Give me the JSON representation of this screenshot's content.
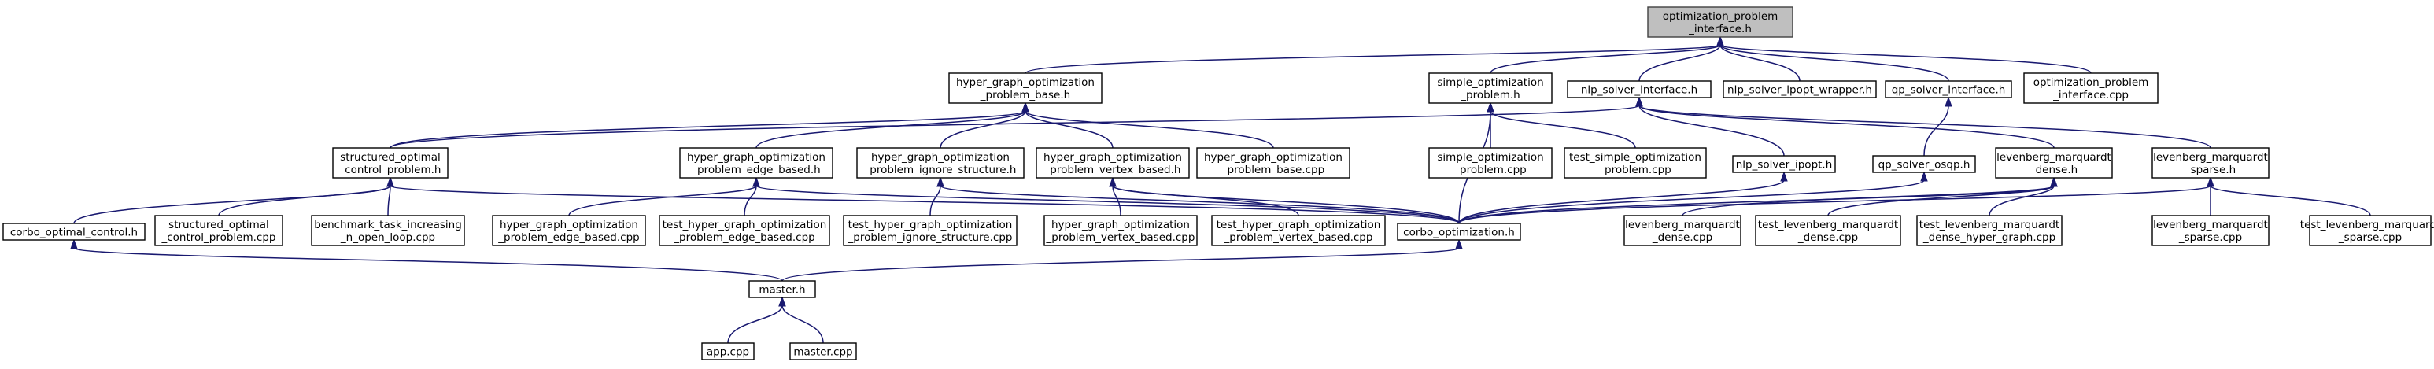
{
  "diagram": {
    "nodes": [
      {
        "id": "root",
        "lines": [
          "optimization_problem",
          "_interface.h"
        ],
        "root": true
      },
      {
        "id": "hgbase",
        "lines": [
          "hyper_graph_optimization",
          "_problem_base.h"
        ]
      },
      {
        "id": "simple",
        "lines": [
          "simple_optimization",
          "_problem.h"
        ]
      },
      {
        "id": "nlp",
        "lines": [
          "nlp_solver_interface.h"
        ]
      },
      {
        "id": "ipoptw",
        "lines": [
          "nlp_solver_ipopt_wrapper.h"
        ]
      },
      {
        "id": "qpsi",
        "lines": [
          "qp_solver_interface.h"
        ]
      },
      {
        "id": "opicpp",
        "lines": [
          "optimization_problem",
          "_interface.cpp"
        ]
      },
      {
        "id": "soc",
        "lines": [
          "structured_optimal",
          "_control_problem.h"
        ]
      },
      {
        "id": "hgedge",
        "lines": [
          "hyper_graph_optimization",
          "_problem_edge_based.h"
        ]
      },
      {
        "id": "hgign",
        "lines": [
          "hyper_graph_optimization",
          "_problem_ignore_structure.h"
        ]
      },
      {
        "id": "hgvert",
        "lines": [
          "hyper_graph_optimization",
          "_problem_vertex_based.h"
        ]
      },
      {
        "id": "hgbasecpp",
        "lines": [
          "hyper_graph_optimization",
          "_problem_base.cpp"
        ]
      },
      {
        "id": "simplecpp",
        "lines": [
          "simple_optimization",
          "_problem.cpp"
        ]
      },
      {
        "id": "testsimple",
        "lines": [
          "test_simple_optimization",
          "_problem.cpp"
        ]
      },
      {
        "id": "ipopth",
        "lines": [
          "nlp_solver_ipopt.h"
        ]
      },
      {
        "id": "osqp",
        "lines": [
          "qp_solver_osqp.h"
        ]
      },
      {
        "id": "lmdense",
        "lines": [
          "levenberg_marquardt",
          "_dense.h"
        ]
      },
      {
        "id": "lmsparse",
        "lines": [
          "levenberg_marquardt",
          "_sparse.h"
        ]
      },
      {
        "id": "corboctl",
        "lines": [
          "corbo_optimal_control.h"
        ]
      },
      {
        "id": "soccpp",
        "lines": [
          "structured_optimal",
          "_control_problem.cpp"
        ]
      },
      {
        "id": "bench",
        "lines": [
          "benchmark_task_increasing",
          "_n_open_loop.cpp"
        ]
      },
      {
        "id": "hgedgecpp",
        "lines": [
          "hyper_graph_optimization",
          "_problem_edge_based.cpp"
        ]
      },
      {
        "id": "testhgedge",
        "lines": [
          "test_hyper_graph_optimization",
          "_problem_edge_based.cpp"
        ]
      },
      {
        "id": "testhgign",
        "lines": [
          "test_hyper_graph_optimization",
          "_problem_ignore_structure.cpp"
        ]
      },
      {
        "id": "hgvertcpp",
        "lines": [
          "hyper_graph_optimization",
          "_problem_vertex_based.cpp"
        ]
      },
      {
        "id": "testhgvert",
        "lines": [
          "test_hyper_graph_optimization",
          "_problem_vertex_based.cpp"
        ]
      },
      {
        "id": "corboopt",
        "lines": [
          "corbo_optimization.h"
        ]
      },
      {
        "id": "lmdensecpp",
        "lines": [
          "levenberg_marquardt",
          "_dense.cpp"
        ]
      },
      {
        "id": "testlmdense",
        "lines": [
          "test_levenberg_marquardt",
          "_dense.cpp"
        ]
      },
      {
        "id": "testlmdensehg",
        "lines": [
          "test_levenberg_marquardt",
          "_dense_hyper_graph.cpp"
        ]
      },
      {
        "id": "lmsparsecpp",
        "lines": [
          "levenberg_marquardt",
          "_sparse.cpp"
        ]
      },
      {
        "id": "testlmsparse",
        "lines": [
          "test_levenberg_marquardt",
          "_sparse.cpp"
        ]
      },
      {
        "id": "master",
        "lines": [
          "master.h"
        ]
      },
      {
        "id": "app",
        "lines": [
          "app.cpp"
        ]
      },
      {
        "id": "mastercpp",
        "lines": [
          "master.cpp"
        ]
      }
    ],
    "edges": [
      [
        "root",
        "hgbase"
      ],
      [
        "root",
        "simple"
      ],
      [
        "root",
        "nlp"
      ],
      [
        "root",
        "ipoptw"
      ],
      [
        "root",
        "qpsi"
      ],
      [
        "root",
        "opicpp"
      ],
      [
        "hgbase",
        "soc"
      ],
      [
        "hgbase",
        "hgedge"
      ],
      [
        "hgbase",
        "hgign"
      ],
      [
        "hgbase",
        "hgvert"
      ],
      [
        "hgbase",
        "hgbasecpp"
      ],
      [
        "simple",
        "corboopt"
      ],
      [
        "simple",
        "simplecpp"
      ],
      [
        "simple",
        "testsimple"
      ],
      [
        "nlp",
        "soc"
      ],
      [
        "nlp",
        "ipopth"
      ],
      [
        "nlp",
        "lmdense"
      ],
      [
        "nlp",
        "lmsparse"
      ],
      [
        "qpsi",
        "osqp"
      ],
      [
        "soc",
        "corboctl"
      ],
      [
        "soc",
        "soccpp"
      ],
      [
        "soc",
        "bench"
      ],
      [
        "soc",
        "corboopt"
      ],
      [
        "hgedge",
        "hgedgecpp"
      ],
      [
        "hgedge",
        "testhgedge"
      ],
      [
        "hgedge",
        "corboopt"
      ],
      [
        "hgign",
        "testhgign"
      ],
      [
        "hgign",
        "corboopt"
      ],
      [
        "hgvert",
        "hgvertcpp"
      ],
      [
        "hgvert",
        "testhgvert"
      ],
      [
        "hgvert",
        "corboopt"
      ],
      [
        "ipopth",
        "corboopt"
      ],
      [
        "osqp",
        "corboopt"
      ],
      [
        "lmdense",
        "corboopt"
      ],
      [
        "lmdense",
        "lmdensecpp"
      ],
      [
        "lmdense",
        "testlmdense"
      ],
      [
        "lmdense",
        "testlmdensehg"
      ],
      [
        "lmsparse",
        "corboopt"
      ],
      [
        "lmsparse",
        "lmsparsecpp"
      ],
      [
        "lmsparse",
        "testlmsparse"
      ],
      [
        "corboctl",
        "master"
      ],
      [
        "corboopt",
        "master"
      ],
      [
        "master",
        "app"
      ],
      [
        "master",
        "mastercpp"
      ]
    ]
  }
}
